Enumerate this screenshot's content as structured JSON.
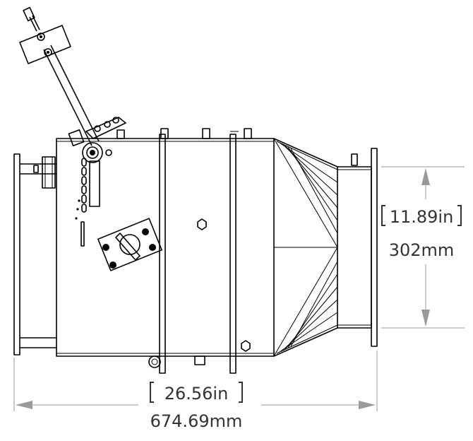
{
  "dimensions": {
    "height": {
      "imperial": "11.89in",
      "metric": "302mm"
    },
    "width": {
      "imperial": "26.56in",
      "metric": "674.69mm"
    }
  }
}
